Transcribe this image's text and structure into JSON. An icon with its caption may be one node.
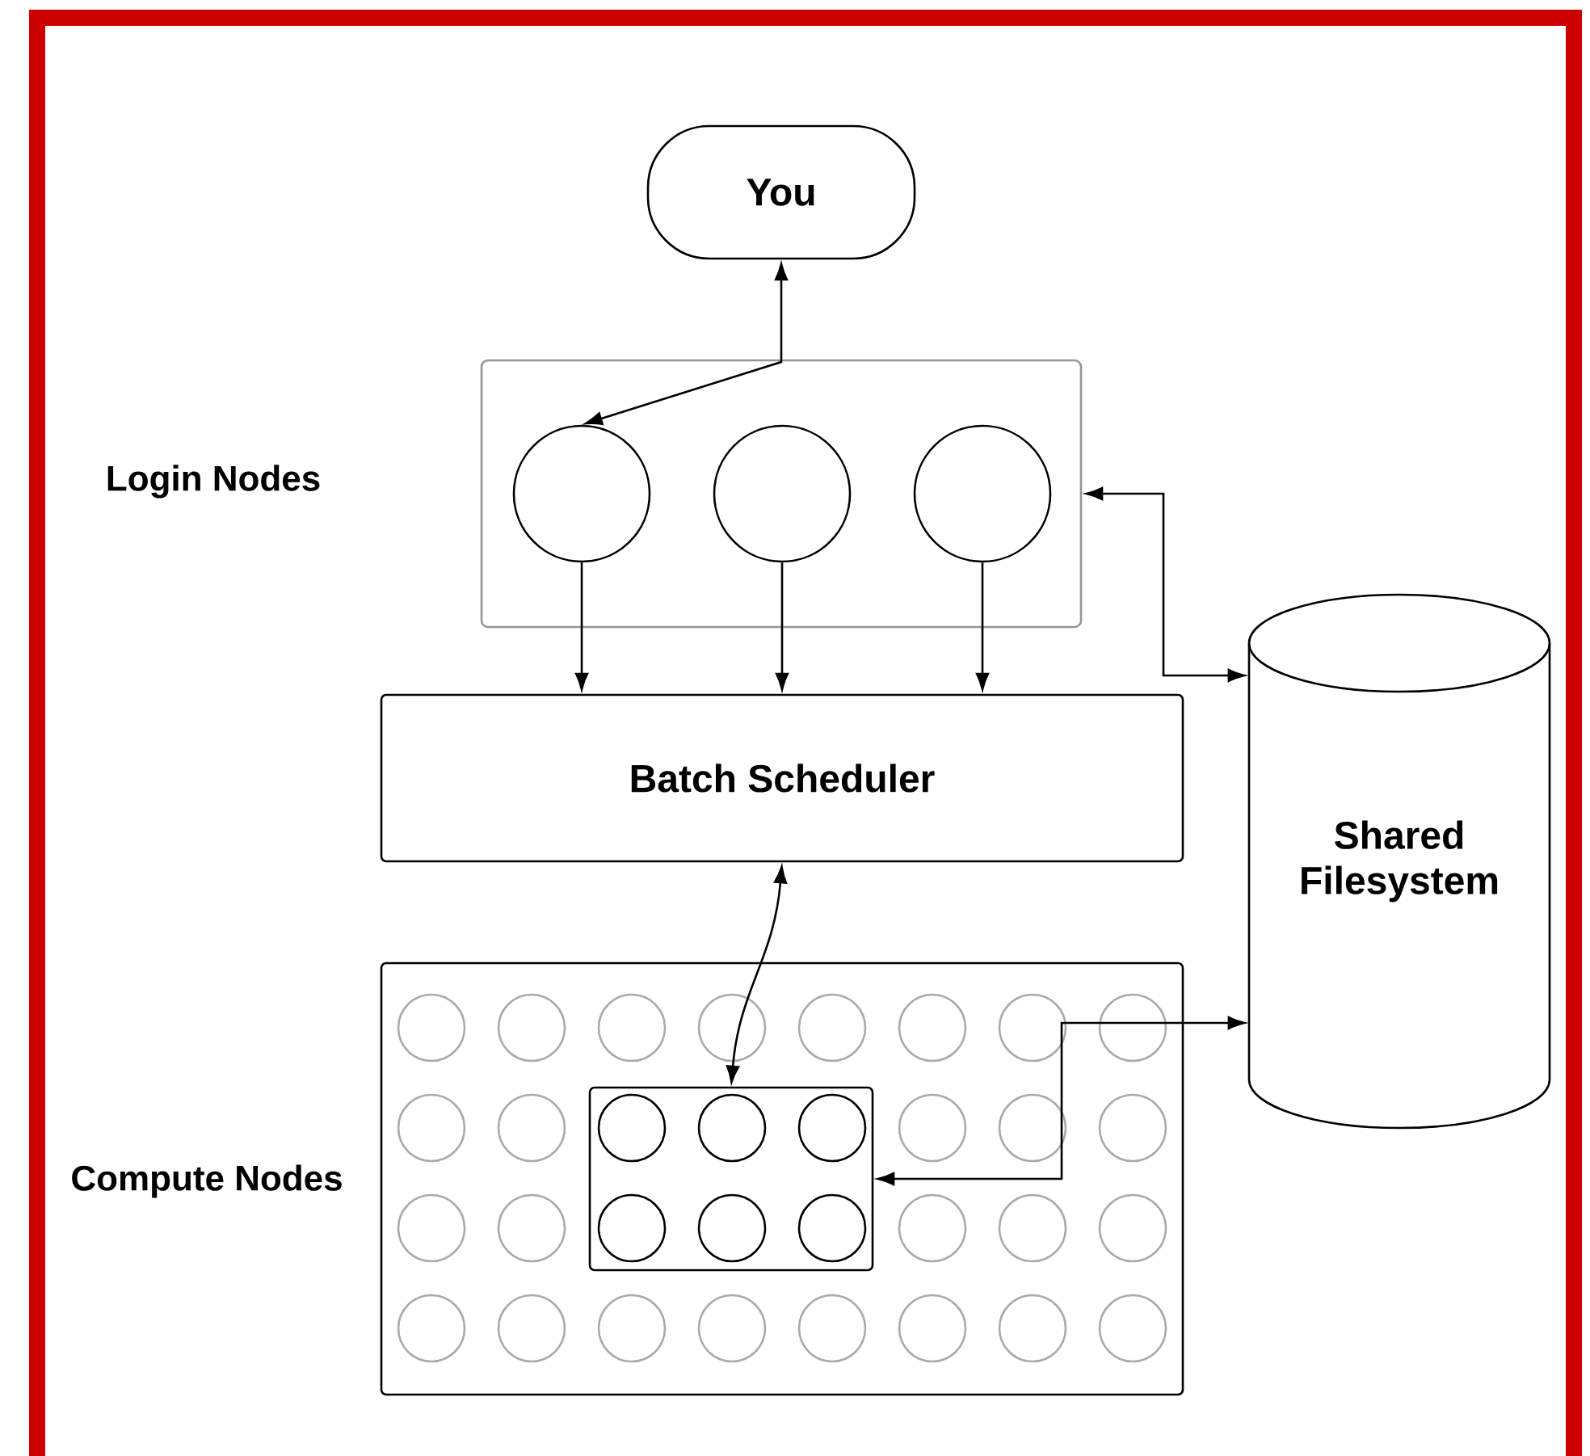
{
  "diagram": {
    "nodes": [
      {
        "text": [
          "You"
        ]
      },
      {
        "text": [],
        "shape": "box"
      },
      {
        "text": [],
        "shape": "circle",
        "in": 1
      },
      {
        "text": [],
        "shape": "circle",
        "in": 1
      },
      {
        "text": [],
        "shape": "circle",
        "in": 1
      },
      {
        "text": [
          "Batch Scheduler"
        ]
      },
      {
        "text": [
          "Shared Filesystem"
        ]
      },
      {
        "text": [],
        "shape": "box"
      },
      {
        "text": [],
        "shape": "box",
        "in": 7
      }
    ],
    "edges": [
      {
        "from": 2,
        "to": 0,
        "arrow": "both"
      },
      {
        "from": 2,
        "to": 5,
        "arrow": "to"
      },
      {
        "from": 3,
        "to": 5,
        "arrow": "to"
      },
      {
        "from": 4,
        "to": 5,
        "arrow": "to"
      },
      {
        "from": 5,
        "to": 8,
        "arrow": "both"
      },
      {
        "from": 6,
        "to": 1,
        "arrow": "both"
      },
      {
        "from": 6,
        "to": 8,
        "arrow": "both"
      }
    ],
    "labels": [
      "Login Nodes",
      "Compute Nodes"
    ]
  }
}
